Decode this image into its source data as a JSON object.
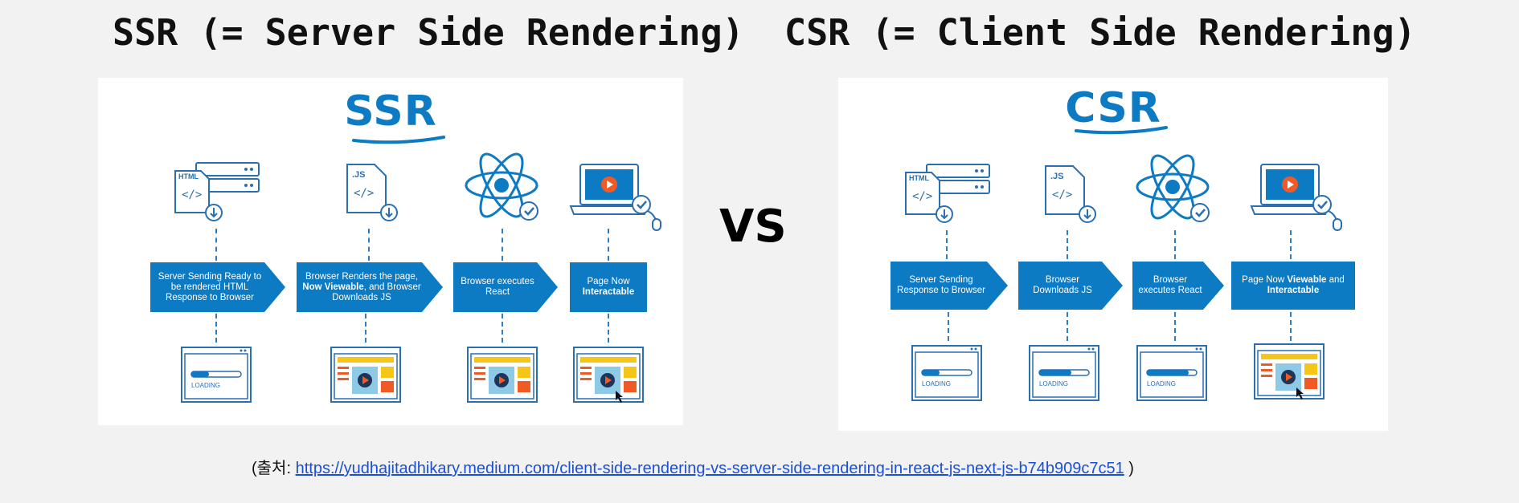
{
  "headings": {
    "ssr": "SSR (= Server Side Rendering)",
    "csr": "CSR (= Client Side Rendering)"
  },
  "vs": "VS",
  "ssr_panel": {
    "logo": "SSR",
    "steps": [
      {
        "pre": "Server Sending Ready to be rendered HTML Response to Browser",
        "bold": "",
        "post": ""
      },
      {
        "pre": "Browser Renders the page, ",
        "bold": "Now Viewable",
        "post": ", and Browser Downloads JS"
      },
      {
        "pre": "Browser executes React",
        "bold": "",
        "post": ""
      },
      {
        "pre": "Page Now ",
        "bold": "Interactable",
        "post": ""
      }
    ],
    "icon_labels": {
      "html": "HTML",
      "js": ".JS"
    },
    "loading_label": "LOADING"
  },
  "csr_panel": {
    "logo": "CSR",
    "steps": [
      {
        "pre": "Server Sending Response to Browser",
        "bold": "",
        "post": ""
      },
      {
        "pre": "Browser Downloads JS",
        "bold": "",
        "post": ""
      },
      {
        "pre": "Browser executes React",
        "bold": "",
        "post": ""
      },
      {
        "pre": "Page Now ",
        "bold": "Viewable",
        "post": " and ",
        "bold2": "Interactable"
      }
    ],
    "icon_labels": {
      "html": "HTML",
      "js": ".JS"
    },
    "loading_label": "LOADING"
  },
  "source": {
    "prefix": "(출처: ",
    "link": "https://yudhajitadhikary.medium.com/client-side-rendering-vs-server-side-rendering-in-react-js-next-js-b74b909c7c51",
    "suffix": " )"
  },
  "colors": {
    "brand_blue": "#0d7ac4",
    "yellow": "#f5c518",
    "orange": "#f15a24",
    "light_blue": "#8fc9e8"
  }
}
